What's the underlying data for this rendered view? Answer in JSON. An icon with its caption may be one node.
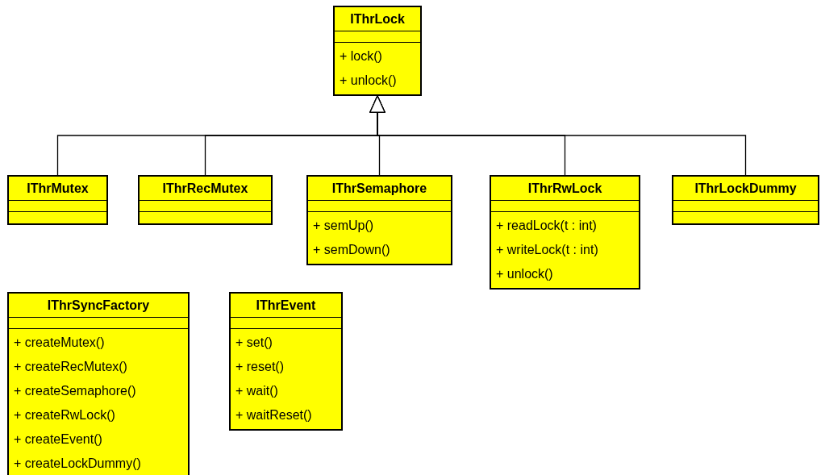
{
  "diagram": {
    "nodes": [
      {
        "text": [
          "IThrLock",
          "+ lock()",
          "+ unlock()"
        ]
      },
      {
        "text": [
          "IThrMutex"
        ]
      },
      {
        "text": [
          "IThrRecMutex"
        ]
      },
      {
        "text": [
          "IThrSemaphore",
          "+ semUp()",
          "+ semDown()"
        ]
      },
      {
        "text": [
          "IThrRwLock",
          "+ readLock(t : int)",
          "+ writeLock(t : int)",
          "+ unlock()"
        ]
      },
      {
        "text": [
          "IThrLockDummy"
        ]
      },
      {
        "text": [
          "IThrSyncFactory",
          "+ createMutex()",
          "+ createRecMutex()",
          "+ createSemaphore()",
          "+ createRwLock()",
          "+ createEvent()",
          "+ createLockDummy()"
        ]
      },
      {
        "text": [
          "IThrEvent",
          "+ set()",
          "+ reset()",
          "+ wait()",
          "+ waitReset()"
        ]
      }
    ],
    "edges": [
      {
        "from": 1,
        "to": 0,
        "arrow": "to"
      },
      {
        "from": 2,
        "to": 0,
        "arrow": "to"
      },
      {
        "from": 3,
        "to": 0,
        "arrow": "to"
      },
      {
        "from": 4,
        "to": 0,
        "arrow": "to"
      },
      {
        "from": 5,
        "to": 0,
        "arrow": "to"
      }
    ]
  }
}
